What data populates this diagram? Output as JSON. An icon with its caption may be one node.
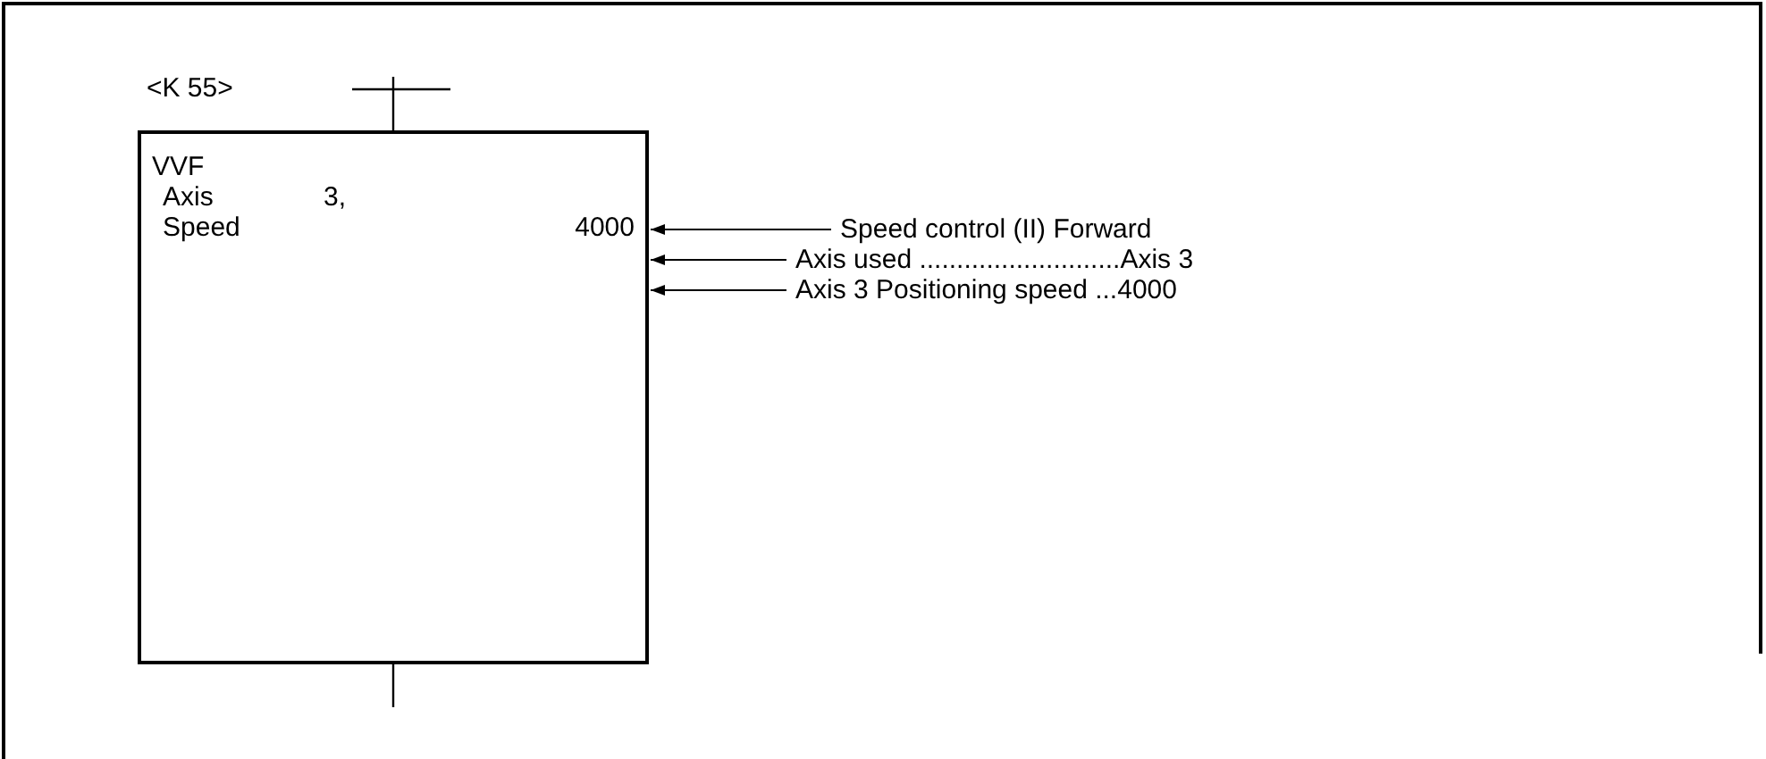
{
  "diagram": {
    "nodes": [
      {
        "text": [
          "VVF",
          "Axis",
          "3,",
          "Speed",
          "4000"
        ]
      },
      {
        "text": [
          "Speed control (II) Forward"
        ]
      },
      {
        "text": [
          "Axis used ...........................Axis 3"
        ]
      },
      {
        "text": [
          "Axis 3 Positioning speed ...4000"
        ]
      }
    ],
    "edges": [
      {
        "from": 1,
        "to": 0,
        "arrow": "to"
      },
      {
        "from": 2,
        "to": 0,
        "arrow": "to"
      },
      {
        "from": 3,
        "to": 0,
        "arrow": "to"
      }
    ],
    "labels": [
      "<K 55>"
    ]
  }
}
